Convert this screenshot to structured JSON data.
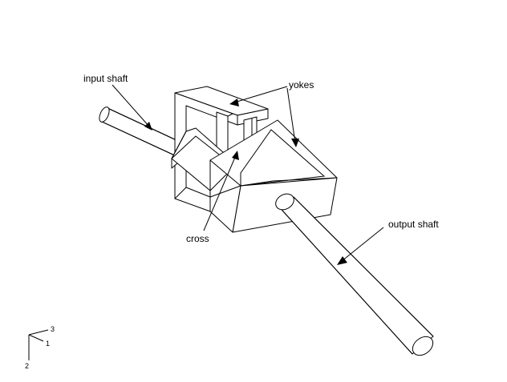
{
  "labels": {
    "input_shaft": "input shaft",
    "yokes": "yokes",
    "cross": "cross",
    "output_shaft": "output shaft"
  },
  "triad": {
    "axis_1": "1",
    "axis_2": "2",
    "axis_3": "3"
  }
}
